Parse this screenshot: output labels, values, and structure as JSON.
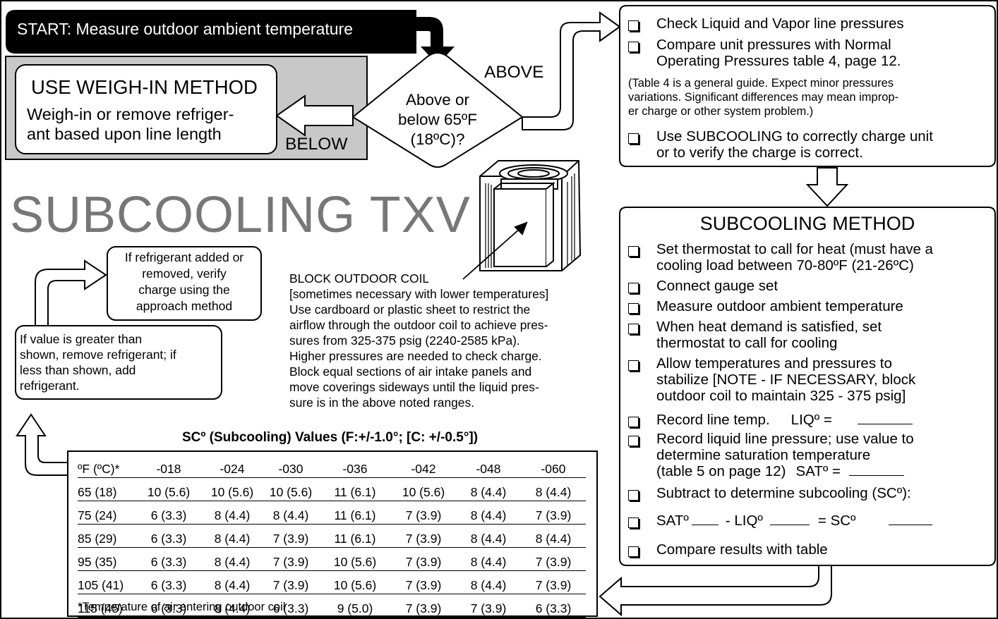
{
  "start": "START: Measure outdoor ambient temperature",
  "weigh_in": {
    "title": "USE WEIGH-IN METHOD",
    "line1": "Weigh-in or remove refriger-",
    "line2": "ant based upon line length"
  },
  "decision": {
    "line1": "Above or",
    "line2": "below 65ºF",
    "line3": "(18ºC)?"
  },
  "labels": {
    "above": "ABOVE",
    "below": "BELOW"
  },
  "check_box": {
    "item1": "Check Liquid and Vapor line pressures",
    "item2a": "Compare unit pressures with Normal",
    "item2b": "Operating Pressures table 4, page 12.",
    "note1": "(Table 4 is a general guide. Expect minor pressures",
    "note2": "variations. Significant differences may mean improp-",
    "note3": "er charge or other system problem.)",
    "item3a": "Use SUBCOOLING  to correctly charge unit",
    "item3b": "or to verify the charge is correct."
  },
  "big_title": "SUBCOOLING TXV",
  "verify_box": {
    "l1": "If refrigerant added or",
    "l2": "removed, verify",
    "l3": "charge using the",
    "l4": "approach method"
  },
  "value_box": {
    "l1": "If value is greater than",
    "l2": "shown, remove refrigerant; if",
    "l3": "less than shown, add",
    "l4": "refrigerant."
  },
  "block_coil": {
    "l1": "BLOCK OUTDOOR COIL",
    "l2": "[sometimes necessary with lower temperatures]",
    "l3": "Use cardboard or plastic sheet to restrict the",
    "l4": "airflow through the outdoor coil to achieve pres-",
    "l5": "sures from 325-375 psig (2240-2585 kPa).",
    "l6": "Higher pressures are needed to check charge.",
    "l7": "Block equal sections of air intake panels and",
    "l8": "move coverings sideways until the liquid pres-",
    "l9": "sure is in the above noted ranges."
  },
  "method": {
    "title": "SUBCOOLING METHOD",
    "s1a": "Set thermostat to call for heat (must have a",
    "s1b": "cooling load between 70-80ºF (21-26ºC)",
    "s2": "Connect gauge set",
    "s3": "Measure outdoor ambient  temperature",
    "s4a": "When heat demand is satisfied, set",
    "s4b": "thermostat to call for cooling",
    "s5a": "Allow temperatures and pressures to",
    "s5b": "stabilize [NOTE - IF NECESSARY, block",
    "s5c": "outdoor coil to maintain 325 - 375 psig]",
    "s6": "Record line temp.",
    "s6_field": "LIQº =",
    "s7a": "Record liquid line pressure; use value to",
    "s7b": "determine saturation temperature",
    "s7c": "(table 5 on page 12)",
    "s7_field": "SATº =",
    "s8": "Subtract to determine subcooling (SCº):",
    "s9_sat": "SATº",
    "s9_liq": "- LIQº",
    "s9_sc": "= SCº",
    "s10": "Compare results with table"
  },
  "table": {
    "title": "SCº (Subcooling) Values (F:+/-1.0°; [C: +/-0.5°])",
    "headers": [
      "ºF (ºC)*",
      "-018",
      "-024",
      "-030",
      "-036",
      "-042",
      "-048",
      "-060"
    ],
    "rows": [
      [
        "65 (18)",
        "10 (5.6)",
        "10 (5.6)",
        "10 (5.6)",
        "11 (6.1)",
        "10 (5.6)",
        "8 (4.4)",
        "8 (4.4)"
      ],
      [
        "75 (24)",
        "6 (3.3)",
        "8 (4.4)",
        "8 (4.4)",
        "11 (6.1)",
        "7 (3.9)",
        "8 (4.4)",
        "7 (3.9)"
      ],
      [
        "85 (29)",
        "6 (3.3)",
        "8 (4.4)",
        "7 (3.9)",
        "11 (6.1)",
        "7 (3.9)",
        "8 (4.4)",
        "8 (4.4)"
      ],
      [
        "95 (35)",
        "6 (3.3)",
        "8 (4.4)",
        "7 (3.9)",
        "10 (5.6)",
        "7 (3.9)",
        "8 (4.4)",
        "7 (3.9)"
      ],
      [
        "105 (41)",
        "6 (3.3)",
        "8 (4.4)",
        "7 (3.9)",
        "10 (5.6)",
        "7 (3.9)",
        "8 (4.4)",
        "7 (3.9)"
      ],
      [
        "115 (45)",
        "6 (3.3)",
        "8 (4.4)",
        "6 (3.3)",
        "9 (5.0)",
        "7 (3.9)",
        "7 (3.9)",
        "6 (3.3)"
      ]
    ],
    "footnote": "*Temperature of air entering outdoor coil"
  },
  "colors": {
    "gray_fill": "#c8c8c8",
    "ink": "#000000",
    "paper": "#ffffff"
  }
}
